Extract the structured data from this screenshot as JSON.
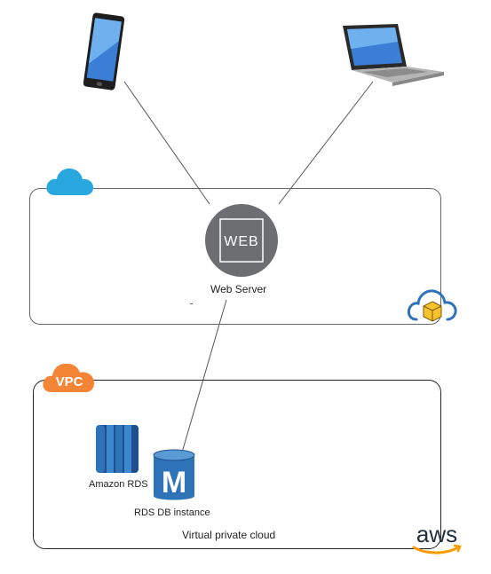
{
  "nodes": {
    "web_server": {
      "label": "Web Server",
      "icon_text": "WEB",
      "icon": "web-server-icon"
    },
    "amazon_rds": {
      "label": "Amazon RDS",
      "icon": "amazon-rds-icon"
    },
    "rds_db_instance": {
      "label": "RDS DB instance",
      "icon_text": "M",
      "icon": "rds-db-instance-icon"
    },
    "tablet": {
      "icon": "tablet-icon"
    },
    "laptop": {
      "icon": "laptop-icon"
    }
  },
  "groups": {
    "cloud": {
      "icon": "cloud-icon"
    },
    "vpc": {
      "badge_text": "VPC",
      "label": "Virtual private cloud"
    }
  },
  "branding": {
    "logo_text": "aws"
  },
  "colors": {
    "cloud_blue": "#29a8e0",
    "vpc_orange": "#f58536",
    "web_gray": "#6d6e71",
    "rds_blue": "#2e73b8",
    "box_yellow": "#f7c22d",
    "aws_dark": "#232f3e",
    "aws_orange": "#ff9900"
  }
}
